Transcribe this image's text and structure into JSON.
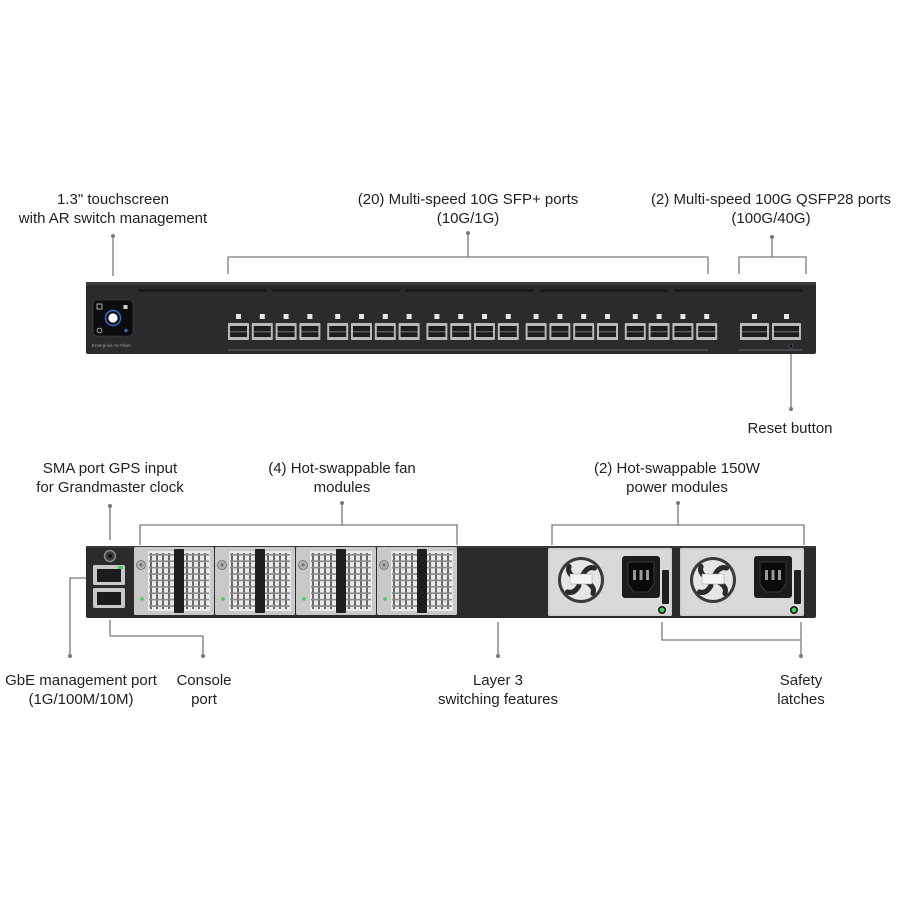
{
  "front_panel": {
    "touchscreen": {
      "line1": "1.3\" touchscreen",
      "line2": "with AR switch management"
    },
    "sfp_ports": {
      "line1": "(20) Multi-speed 10G SFP+ ports",
      "line2": "(10G/1G)"
    },
    "qsfp_ports": {
      "line1": "(2) Multi-speed 100G QSFP28 ports",
      "line2": "(100G/40G)"
    },
    "reset": {
      "line1": "Reset button"
    },
    "model_label": "Enterprise AV Fiber",
    "sfp_port_count": 20,
    "qsfp_port_count": 2
  },
  "rear_panel": {
    "sma": {
      "line1": "SMA port GPS input",
      "line2": "for Grandmaster clock"
    },
    "fans": {
      "line1": "(4) Hot-swappable fan",
      "line2": "modules"
    },
    "power": {
      "line1": "(2) Hot-swappable 150W",
      "line2": "power modules"
    },
    "gbe": {
      "line1": "GbE management port",
      "line2": "(1G/100M/10M)"
    },
    "console": {
      "line1": "Console",
      "line2": "port"
    },
    "layer3": {
      "line1": "Layer 3",
      "line2": "switching features"
    },
    "latches": {
      "line1": "Safety",
      "line2": "latches"
    },
    "fan_module_count": 4,
    "psu_count": 2
  },
  "colors": {
    "chassis": "#2b2b2d",
    "chassis_edge": "#3a3a3d",
    "port_frame": "#b9b9b9",
    "leader_line": "#7a7a7a",
    "led": "#e8e8e8",
    "status_green": "#3ccf5a",
    "screen_blue": "#2f74d8"
  }
}
